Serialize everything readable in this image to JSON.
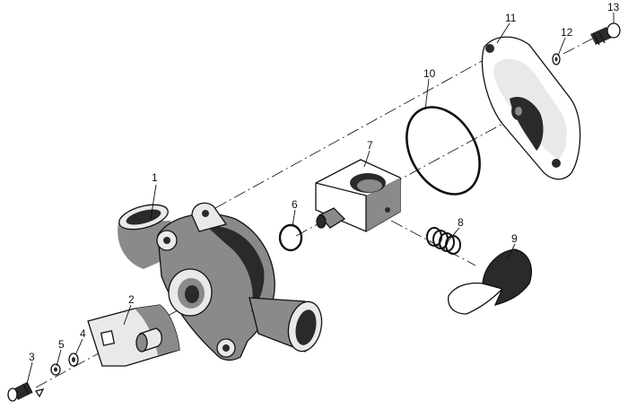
{
  "diagram": {
    "part_labels": [
      "1",
      "2",
      "3",
      "4",
      "5",
      "6",
      "7",
      "8",
      "9",
      "10",
      "11",
      "12",
      "13"
    ]
  }
}
